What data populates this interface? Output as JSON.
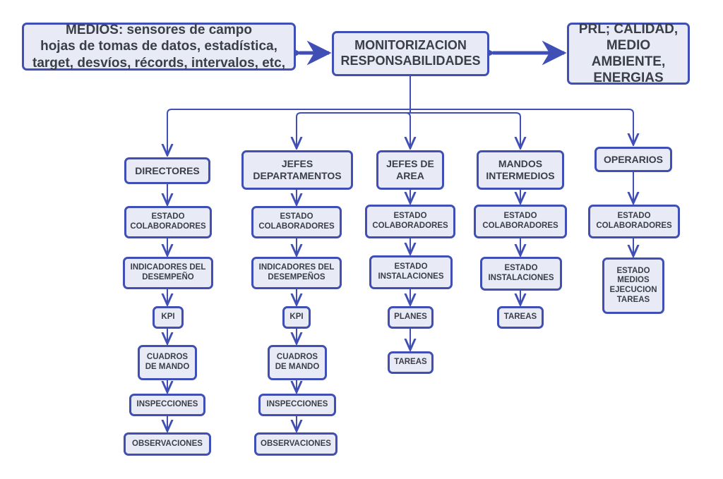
{
  "diagram": {
    "colors": {
      "border": "#3f4fb5",
      "fill": "#e8eaf6",
      "text": "#3a3f47",
      "connector": "#3f4fb5"
    },
    "center": {
      "label": "MONITORIZACION\nRESPONSABILIDADES"
    },
    "left": {
      "label": "MEDIOS: sensores de campo\nhojas de tomas de datos, estadística,\ntarget, desvíos, récords, intervalos, etc,"
    },
    "right": {
      "label": "PRL; CALIDAD,\nMEDIO AMBIENTE,\nENERGIAS"
    },
    "branches": [
      {
        "label": "DIRECTORES",
        "children": [
          "ESTADO\nCOLABORADORES",
          "INDICADORES DEL\nDESEMPEÑO",
          "KPI",
          "CUADROS\nDE MANDO",
          "INSPECCIONES",
          "OBSERVACIONES"
        ]
      },
      {
        "label": "JEFES\nDEPARTAMENTOS",
        "children": [
          "ESTADO\nCOLABORADORES",
          "INDICADORES DEL\nDESEMPEÑOS",
          "KPI",
          "CUADROS\nDE MANDO",
          "INSPECCIONES",
          "OBSERVACIONES"
        ]
      },
      {
        "label": "JEFES DE\nAREA",
        "children": [
          "ESTADO\nCOLABORADORES",
          "ESTADO\nINSTALACIONES",
          "PLANES",
          "TAREAS"
        ]
      },
      {
        "label": "MANDOS\nINTERMEDIOS",
        "children": [
          "ESTADO\nCOLABORADORES",
          "ESTADO\nINSTALACIONES",
          "TAREAS"
        ]
      },
      {
        "label": "OPERARIOS",
        "children": [
          "ESTADO\nCOLABORADORES",
          "ESTADO\nMEDIOS\nEJECUCION\nTAREAS"
        ]
      }
    ]
  }
}
